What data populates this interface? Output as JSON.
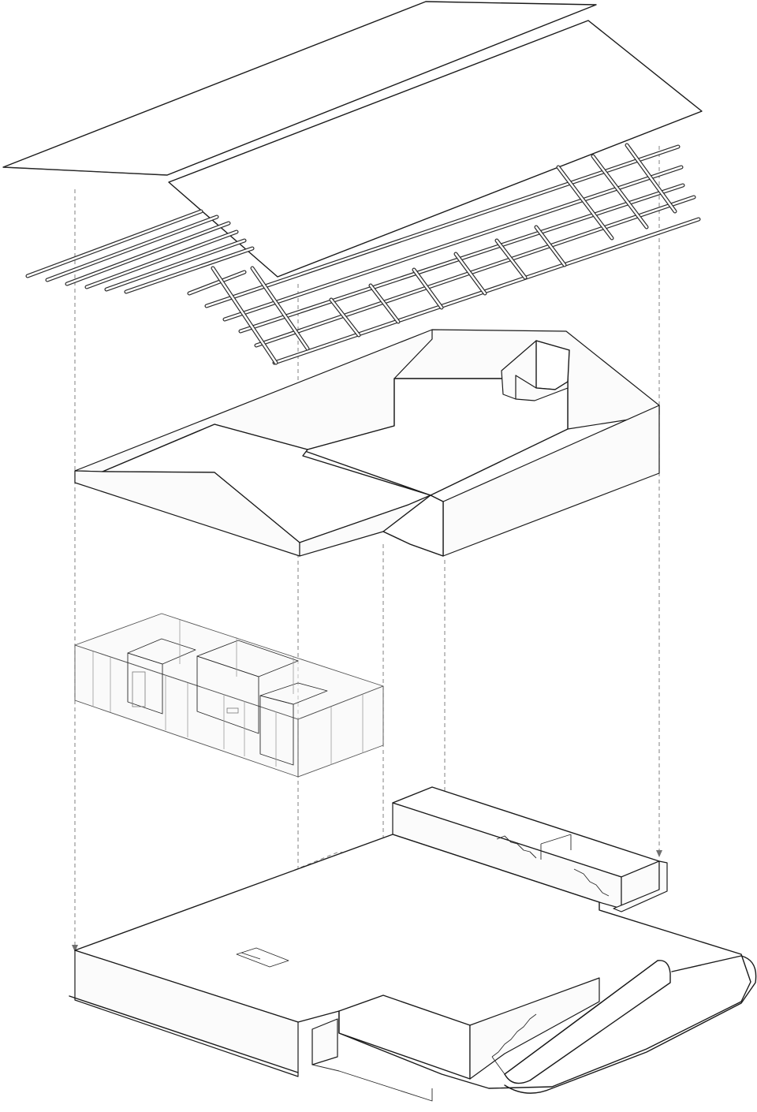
{
  "diagram": {
    "type": "exploded-axonometric",
    "layers": [
      {
        "id": "roof-panels",
        "name": "roof"
      },
      {
        "id": "roof-structure",
        "name": "roof-framing"
      },
      {
        "id": "facade-walls",
        "name": "cladded-envelope"
      },
      {
        "id": "glass-volume",
        "name": "interior-volume"
      },
      {
        "id": "base-plinth",
        "name": "ground-base"
      }
    ],
    "colors": {
      "line": "#1a1a1a",
      "hatch": "#3a3a3a",
      "dashed": "#8c8c8c",
      "fill": "#ffffff"
    },
    "labels": []
  }
}
